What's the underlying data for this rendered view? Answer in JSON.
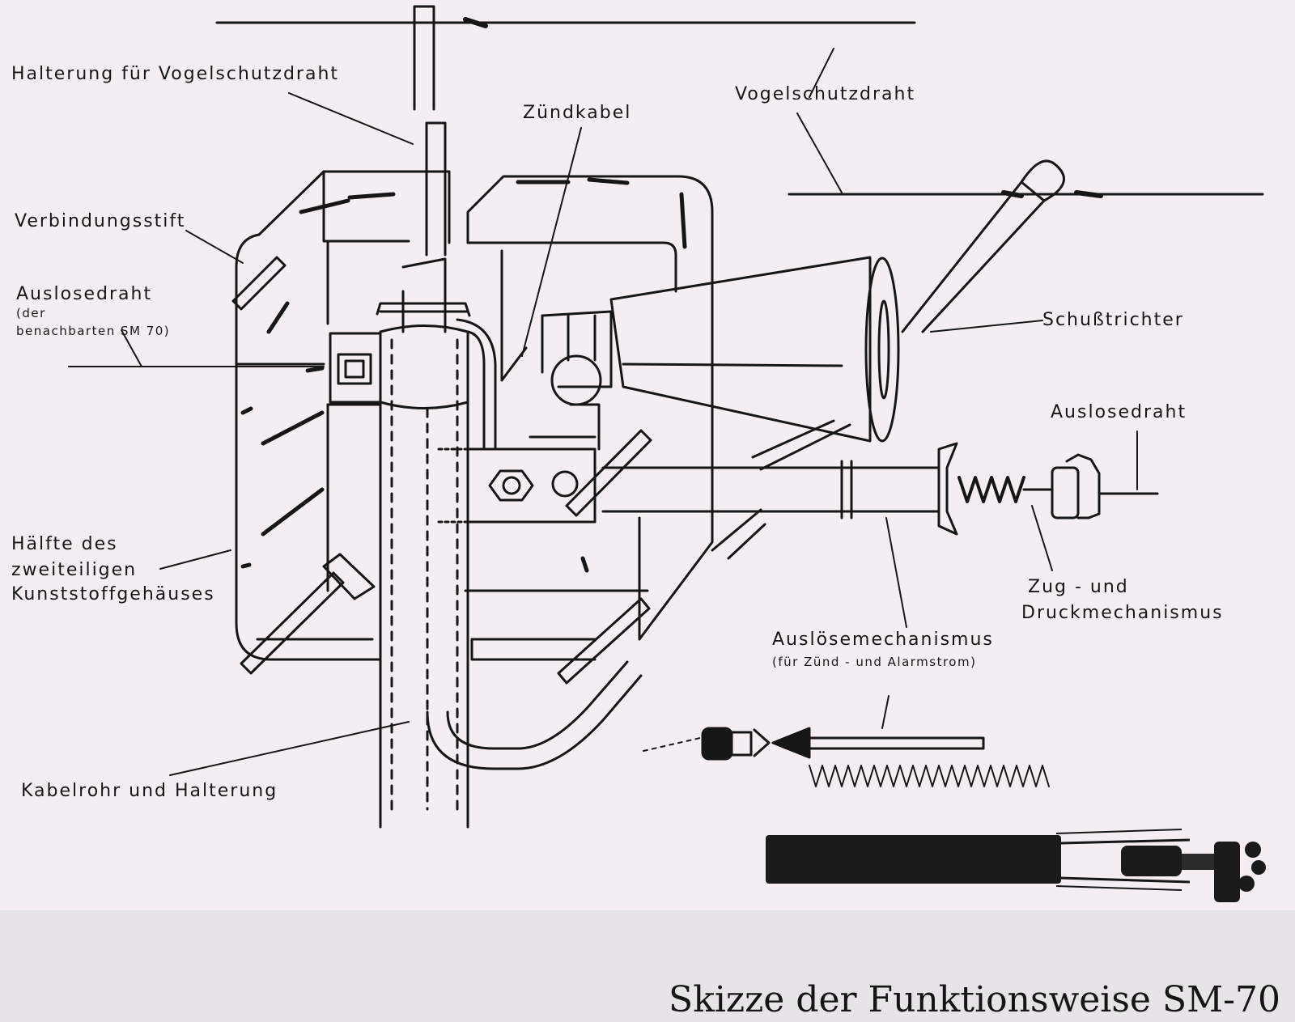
{
  "labels": {
    "halterung": "Halterung für Vogelschutzdraht",
    "zuendkabel": "Zündkabel",
    "vogelschutzdraht": "Vogelschutzdraht",
    "verbindungsstift": "Verbindungsstift",
    "auslosedraht_left": "Auslosedraht",
    "auslosedraht_left_sub1": "(der",
    "auslosedraht_left_sub2": "benachbarten SM 70)",
    "schusstrichter": "Schußtrichter",
    "auslosedraht_right": "Auslosedraht",
    "haelfte_1": "Hälfte des",
    "haelfte_2": "zweiteiligen",
    "haelfte_3": "Kunststoffgehäuses",
    "zug_1": "Zug -   und",
    "zug_2": "Druckmechanismus",
    "ausloese_1": "Auslösemechanismus",
    "ausloese_2": "(für Zünd - und Alarmstrom)",
    "kabelrohr": "Kabelrohr und Halterung"
  },
  "caption": "Skizze der Funktionsweise SM-70",
  "colors": {
    "paper": "#f4eef2",
    "ink": "#161616",
    "footer": "#e6e4e6"
  }
}
